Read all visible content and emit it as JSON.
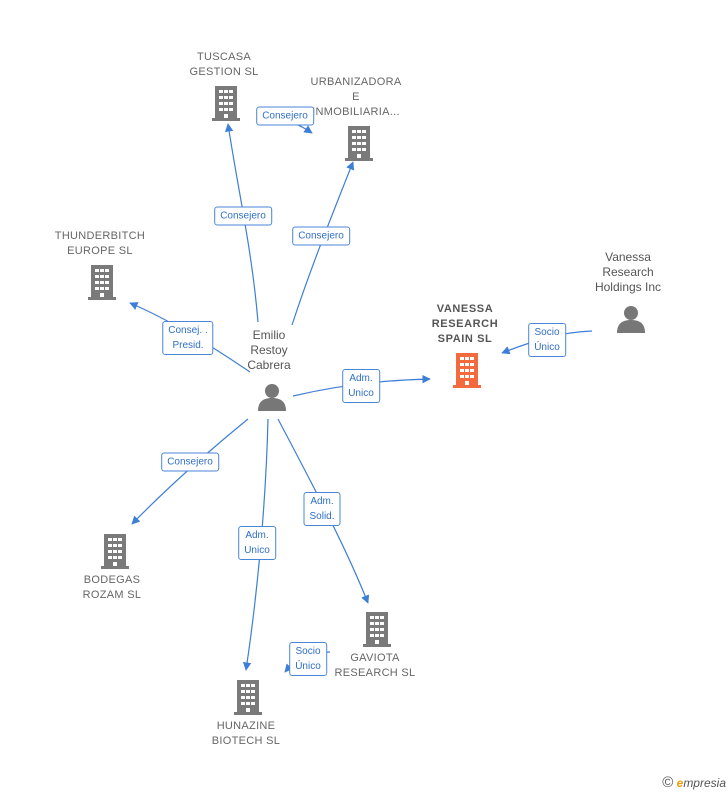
{
  "nodes": {
    "tuscasa": {
      "label": "TUSCASA\nGESTION SL",
      "kind": "company"
    },
    "urbanizadora": {
      "label": "URBANIZADORA\nE\nINMOBILIARIA...",
      "kind": "company"
    },
    "thunderbitch": {
      "label": "THUNDERBITCH\nEUROPE  SL",
      "kind": "company"
    },
    "emilio": {
      "label": "Emilio\nRestoy\nCabrera",
      "kind": "person"
    },
    "vanessa_spain": {
      "label": "VANESSA\nRESEARCH\nSPAIN  SL",
      "kind": "focus"
    },
    "vanessa_holdings": {
      "label": "Vanessa\nResearch\nHoldings Inc",
      "kind": "person"
    },
    "bodegas": {
      "label": "BODEGAS\nROZAM SL",
      "kind": "company"
    },
    "gaviota": {
      "label": "GAVIOTA\nRESEARCH  SL",
      "kind": "company"
    },
    "hunazine": {
      "label": "HUNAZINE\nBIOTECH  SL",
      "kind": "company"
    }
  },
  "edges": [
    {
      "id": "e1",
      "label": "Consejero"
    },
    {
      "id": "e2",
      "label": "Consejero"
    },
    {
      "id": "e3",
      "label": "Consejero"
    },
    {
      "id": "e4",
      "label": "Consej. .\nPresid."
    },
    {
      "id": "e5",
      "label": "Adm.\nUnico"
    },
    {
      "id": "e6",
      "label": "Socio\nÚnico"
    },
    {
      "id": "e7",
      "label": "Consejero"
    },
    {
      "id": "e8",
      "label": "Adm.\nUnico"
    },
    {
      "id": "e9",
      "label": "Adm.\nSolid."
    },
    {
      "id": "e10",
      "label": "Socio\nÚnico"
    }
  ],
  "colors": {
    "edge": "#3d7fd6",
    "company_icon": "#7a7a7a",
    "focus_icon": "#f26a3d",
    "person_icon": "#777777"
  },
  "icons": {
    "company": "building-icon",
    "person": "person-icon"
  },
  "footer": {
    "copyright": "©",
    "brand_initial": "e",
    "brand_rest": "mpresia"
  }
}
